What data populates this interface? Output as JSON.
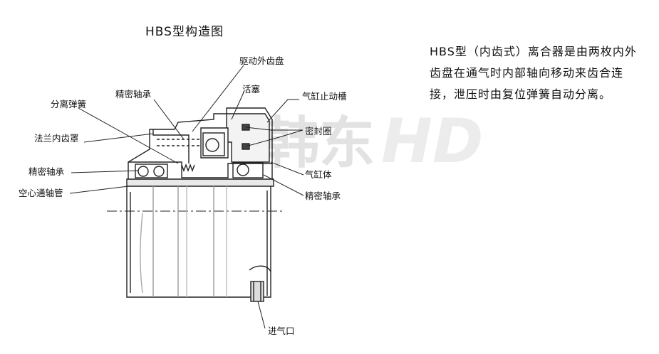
{
  "title": "HBS型构造图",
  "description": "HBS型（内齿式）离合器是由两枚内外齿盘在通气时内部轴向移动来齿合连接，泄压时由复位弹簧自动分离。",
  "watermark": {
    "cn": "韩东",
    "en": "HD"
  },
  "labels": {
    "drive_disc": "驱动外齿盘",
    "precision_bearing_top": "精密轴承",
    "piston": "活塞",
    "cylinder_stop_groove": "气缸止动槽",
    "separation_spring": "分离弹簧",
    "seal_ring": "密封圈",
    "flange_inner_cover": "法兰内齿罩",
    "precision_bearing_left": "精密轴承",
    "cylinder_body": "气缸体",
    "hollow_shaft_tube": "空心通轴管",
    "precision_bearing_right": "精密轴承",
    "air_inlet": "进气口"
  }
}
